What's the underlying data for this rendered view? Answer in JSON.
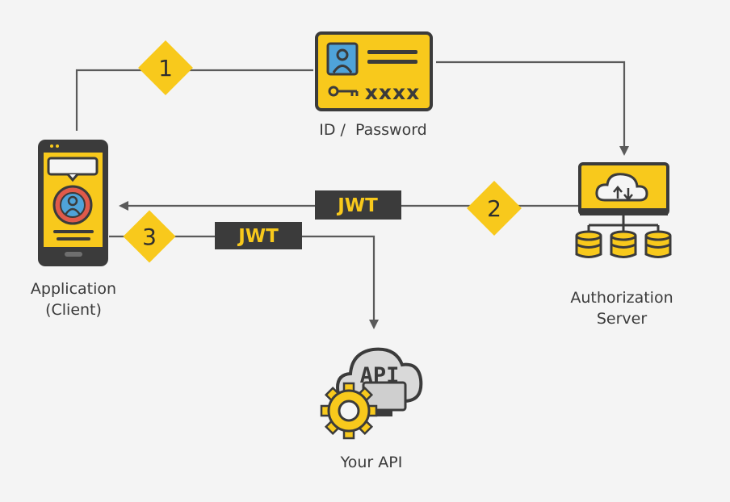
{
  "colors": {
    "accent": "#f8c91c",
    "dark": "#3b3b3b",
    "line": "#5a5a5a",
    "background": "#f4f4f4",
    "screen_blue": "#4fa3d9",
    "avatar_red": "#e05a4a",
    "api_gray": "#d9d9d9"
  },
  "credential": {
    "caption": "ID /  Password",
    "masked": "xxxx",
    "icons": [
      "id-card-icon",
      "key-icon",
      "user-photo-icon"
    ]
  },
  "client": {
    "caption_line1": "Application",
    "caption_line2": "(Client)",
    "icon": "smartphone-icon"
  },
  "auth_server": {
    "caption_line1": "Authorization",
    "caption_line2": "Server",
    "icons": [
      "cloud-monitor-icon",
      "database-icon"
    ]
  },
  "api": {
    "caption": "Your API",
    "cloud_label": "API",
    "icons": [
      "api-cloud-icon",
      "gear-icon"
    ]
  },
  "steps": {
    "step1": "1",
    "step2": "2",
    "step3": "3"
  },
  "tokens": {
    "jwt_return": "JWT",
    "jwt_request": "JWT"
  }
}
